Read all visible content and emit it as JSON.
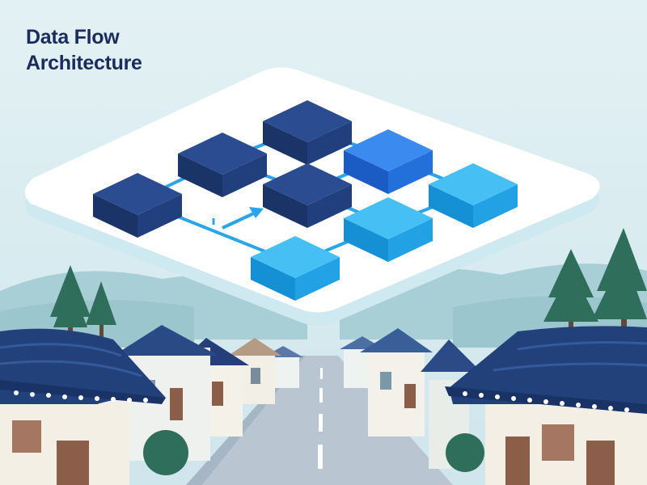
{
  "title": {
    "line1": "Data Flow",
    "line2": "Architecture"
  },
  "colors": {
    "navy": "#1f3a7a",
    "royal_blue": "#1f6fe0",
    "sky_blue": "#1ea7ec",
    "connector": "#2aa4ea",
    "roof": "#22407a",
    "tree": "#2f6e5a"
  },
  "diagram": {
    "nodes": [
      {
        "id": "n1",
        "tone": "navy"
      },
      {
        "id": "n2",
        "tone": "navy"
      },
      {
        "id": "n3",
        "tone": "navy"
      },
      {
        "id": "n4",
        "tone": "navy"
      },
      {
        "id": "n5",
        "tone": "royal_blue"
      },
      {
        "id": "n6",
        "tone": "sky_blue"
      },
      {
        "id": "n7",
        "tone": "sky_blue"
      },
      {
        "id": "n8",
        "tone": "sky_blue"
      }
    ],
    "edges": [
      {
        "from": "n1",
        "to": "n2"
      },
      {
        "from": "n2",
        "to": "n3"
      },
      {
        "from": "n2",
        "to": "n4"
      },
      {
        "from": "n3",
        "to": "n5"
      },
      {
        "from": "n4",
        "to": "n5"
      },
      {
        "from": "n4",
        "to": "n7"
      },
      {
        "from": "n5",
        "to": "n6"
      },
      {
        "from": "n6",
        "to": "n7"
      },
      {
        "from": "n7",
        "to": "n8"
      },
      {
        "from": "n1",
        "to": "n8"
      }
    ]
  }
}
